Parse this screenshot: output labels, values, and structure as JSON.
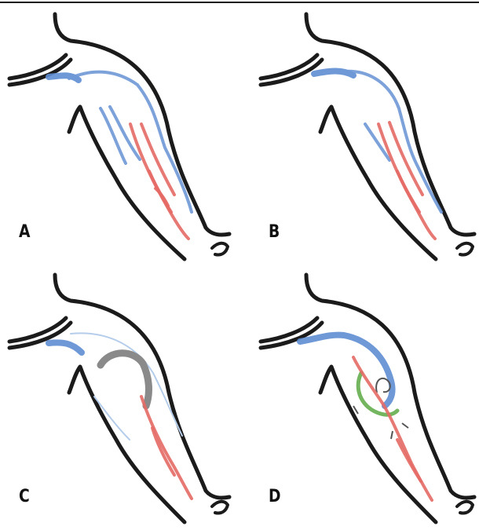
{
  "panels": [
    {
      "label": "A"
    },
    {
      "label": "B"
    },
    {
      "label": "C"
    },
    {
      "label": "D"
    }
  ],
  "colors": {
    "outline": "#1b1b1b",
    "vein": "#6f98d6",
    "artery": "#e46a66",
    "graft": "#8a8a8a",
    "fistula": "#74b65f"
  }
}
